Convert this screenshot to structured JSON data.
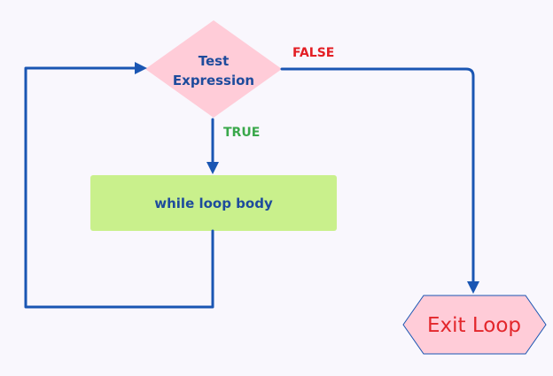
{
  "colors": {
    "background": "#f9f7fd",
    "connector": "#1a56b3",
    "decision_fill": "#ffccd8",
    "body_fill": "#c9f08c",
    "exit_fill": "#ffccd8",
    "exit_stroke": "#1a56b3",
    "node_text": "#1e4b9c",
    "exit_text": "#e3262b",
    "false_label": "#e31e24",
    "true_label": "#3aa84b"
  },
  "nodes": {
    "condition": {
      "line1": "Test",
      "line2": "Expression"
    },
    "loop_body": {
      "label": "while loop body"
    },
    "exit": {
      "label": "Exit Loop"
    }
  },
  "edges": {
    "false_label": "FALSE",
    "true_label": "TRUE"
  }
}
